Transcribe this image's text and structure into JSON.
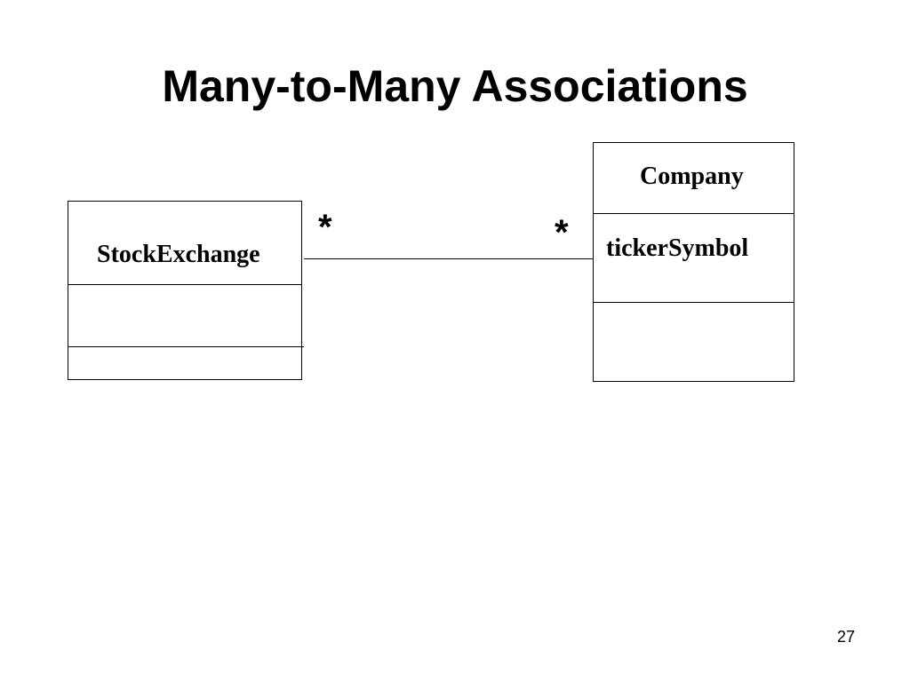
{
  "slide": {
    "title": "Many-to-Many Associations",
    "page_number": "27"
  },
  "diagram": {
    "classes": [
      {
        "name": "StockExchange",
        "attributes": [],
        "operations": []
      },
      {
        "name": "Company",
        "attributes": [
          "tickerSymbol"
        ],
        "operations": []
      }
    ],
    "association": {
      "from": "StockExchange",
      "to": "Company",
      "from_multiplicity": "*",
      "to_multiplicity": "*"
    }
  }
}
